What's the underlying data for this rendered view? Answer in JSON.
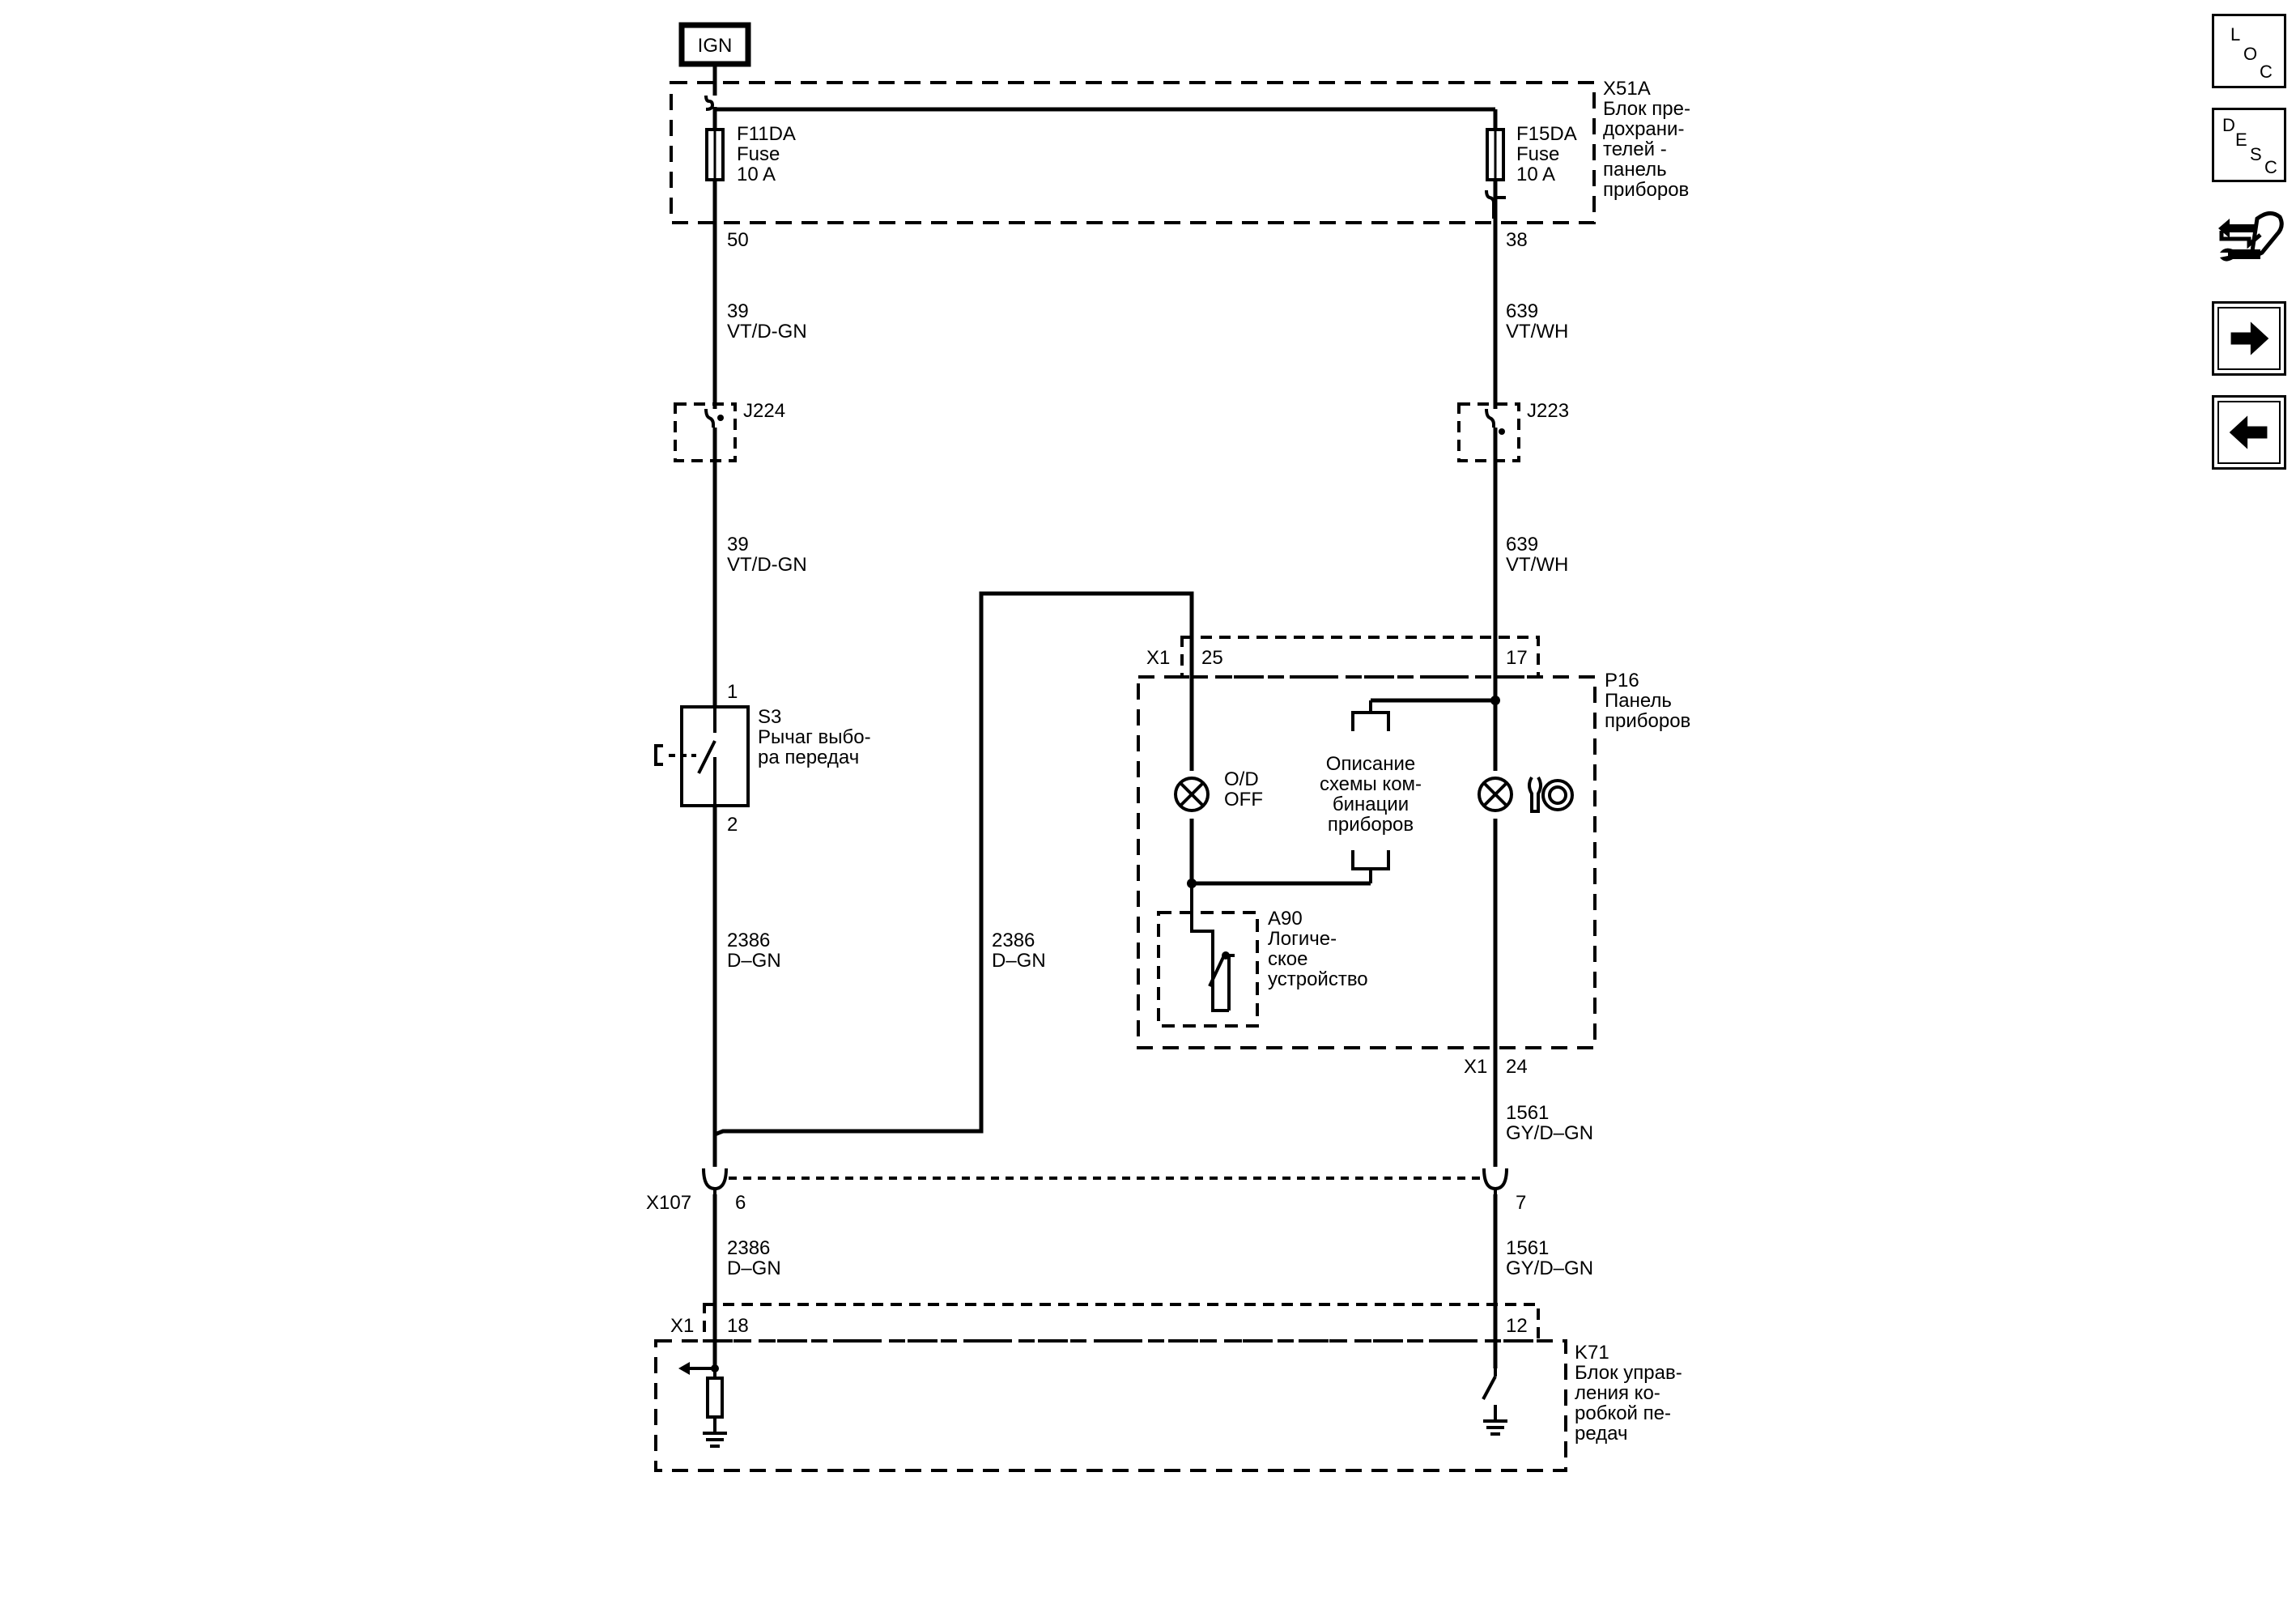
{
  "ign_label": "IGN",
  "fuse_block": {
    "id": "X51A",
    "lines": [
      "Блок пре-",
      "дохрани-",
      "телей -",
      "панель",
      "приборов"
    ]
  },
  "fuse_left": {
    "id": "F11DA",
    "name": "Fuse",
    "rating": "10 A",
    "pin": "50"
  },
  "fuse_right": {
    "id": "F15DA",
    "name": "Fuse",
    "rating": "10 A",
    "pin": "38"
  },
  "wire_39_a": {
    "circuit": "39",
    "color": "VT/D-GN"
  },
  "wire_639_a": {
    "circuit": "639",
    "color": "VT/WH"
  },
  "splice_left": "J224",
  "splice_right": "J223",
  "wire_39_b": {
    "circuit": "39",
    "color": "VT/D-GN"
  },
  "wire_639_b": {
    "circuit": "639",
    "color": "VT/WH"
  },
  "switch_s3": {
    "id": "S3",
    "lines": [
      "Рычаг выбо-",
      "ра передач"
    ],
    "pin_top": "1",
    "pin_bottom": "2"
  },
  "wire_2386_left": {
    "circuit": "2386",
    "color": "D–GN"
  },
  "wire_2386_mid": {
    "circuit": "2386",
    "color": "D–GN"
  },
  "panel": {
    "id": "P16",
    "lines": [
      "Панель",
      "приборов"
    ],
    "connector_top": "X1",
    "pin_od": "25",
    "pin_power": "17",
    "lamp_od_label": [
      "O/D",
      "OFF"
    ],
    "description": [
      "Описание",
      "схемы ком-",
      "бинации",
      "приборов"
    ],
    "a90": {
      "id": "A90",
      "lines": [
        "Логиче-",
        "ское",
        "устройство"
      ]
    },
    "connector_bottom": "X1",
    "pin_bottom": "24"
  },
  "wire_1561_a": {
    "circuit": "1561",
    "color": "GY/D–GN"
  },
  "connector_x107": {
    "id": "X107",
    "pin_left": "6",
    "pin_right": "7"
  },
  "wire_2386_low": {
    "circuit": "2386",
    "color": "D–GN"
  },
  "wire_1561_b": {
    "circuit": "1561",
    "color": "GY/D–GN"
  },
  "module_k71": {
    "id": "K71",
    "lines": [
      "Блок управ-",
      "ления ко-",
      "робкой пе-",
      "редач"
    ],
    "connector": "X1",
    "pin_left": "18",
    "pin_right": "12"
  },
  "side_buttons": {
    "loc": [
      "L",
      "O",
      "C"
    ],
    "desc": [
      "D",
      "E",
      "S",
      "C"
    ],
    "service_icon": "service-arrows-wrench-icon",
    "next_icon": "arrow-right-icon",
    "prev_icon": "arrow-left-icon"
  }
}
